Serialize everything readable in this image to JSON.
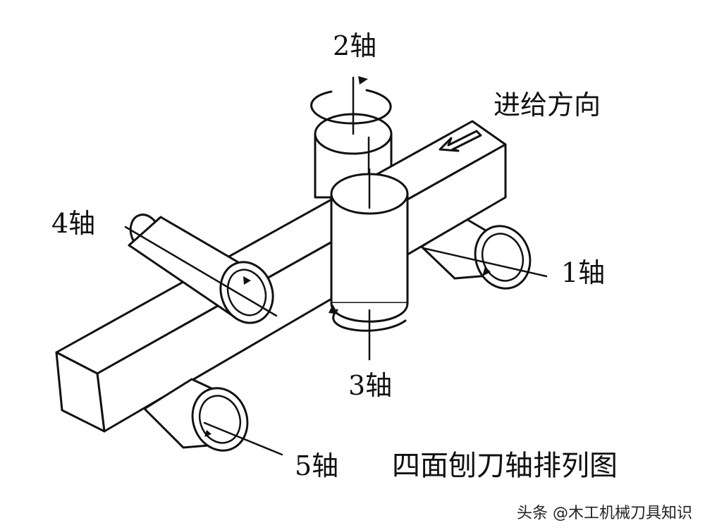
{
  "labels": {
    "axis1": "1轴",
    "axis2": "2轴",
    "axis3": "3轴",
    "axis4": "4轴",
    "axis5": "5轴",
    "feed_direction": "进给方向",
    "title": "四面刨刀轴排列图"
  },
  "watermark": "头条 @木工机械刀具知识",
  "colors": {
    "line": "#111111",
    "background": "#ffffff"
  }
}
